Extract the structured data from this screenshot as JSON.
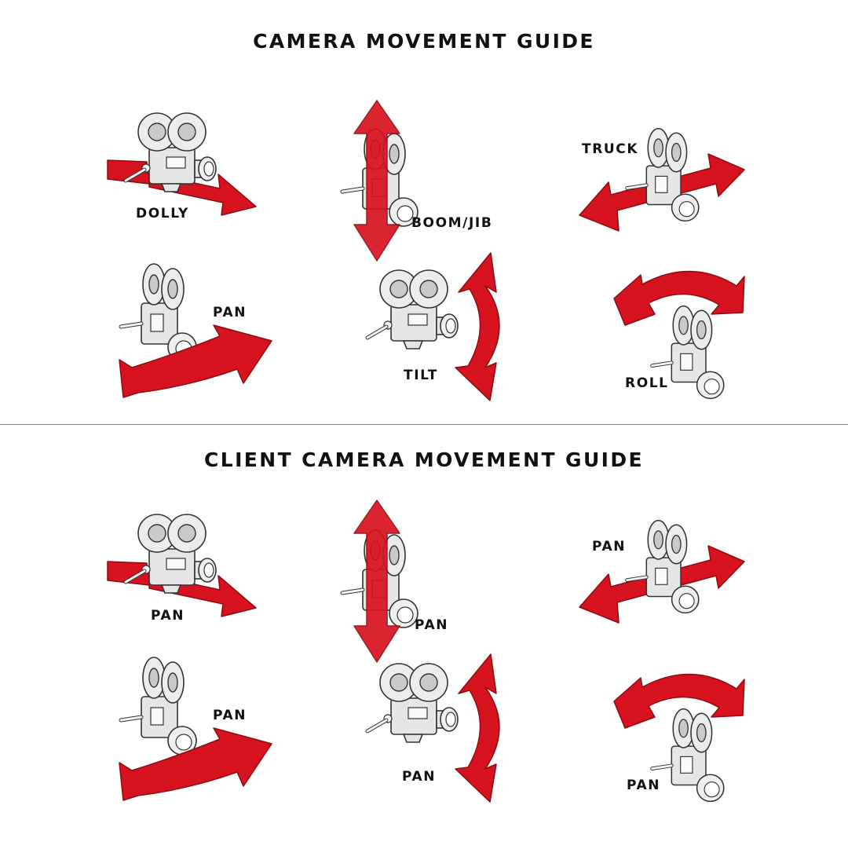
{
  "sections": [
    {
      "title": "CAMERA MOVEMENT GUIDE",
      "labels": {
        "top_left": "DOLLY",
        "top_center": "BOOM/JIB",
        "top_right": "TRUCK",
        "bottom_left": "PAN",
        "bottom_center": "TILT",
        "bottom_right": "ROLL"
      }
    },
    {
      "title": "CLIENT CAMERA MOVEMENT GUIDE",
      "labels": {
        "top_left": "PAN",
        "top_center": "PAN",
        "top_right": "PAN",
        "bottom_left": "PAN",
        "bottom_center": "PAN",
        "bottom_right": "PAN"
      }
    }
  ],
  "colors": {
    "arrow": "#d7121f",
    "arrow_edge": "#8e0b12",
    "divider": "#7d7d7d"
  },
  "icons": [
    "movie-camera-icon",
    "double-arrow-icon",
    "curved-arrow-icon"
  ]
}
